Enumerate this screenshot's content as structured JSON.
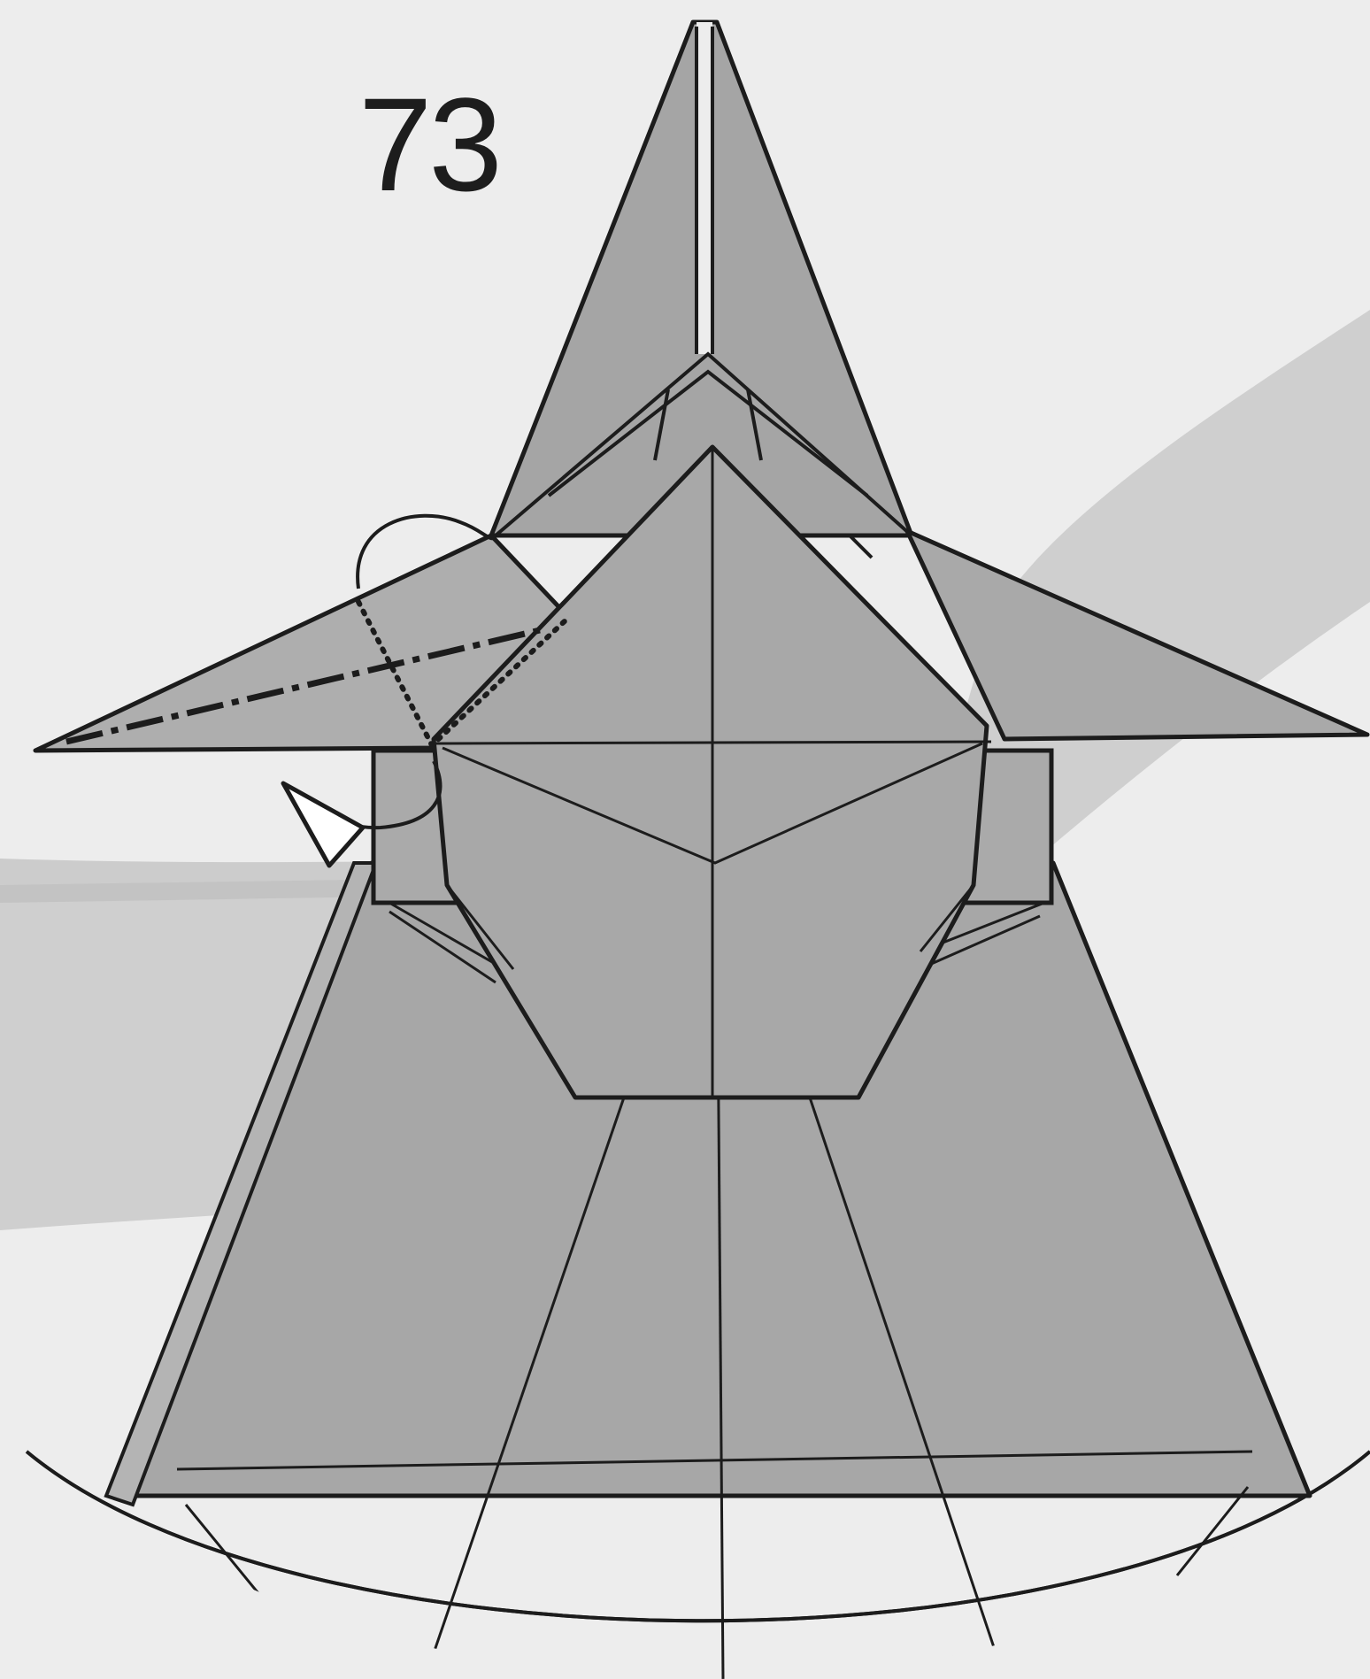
{
  "diagram": {
    "step_number": "73",
    "colors": {
      "background": "#ededed",
      "background_band": "#c9c9c9",
      "paper": "#a7a7a7",
      "paper_light": "#b4b4b4",
      "line": "#1c1c1c",
      "arrow_fill": "#ffffff"
    },
    "symbols": [
      "valley-fold-dashed-line",
      "mountain-fold-dotted-line",
      "fold-behind-arrow",
      "rotation-arc-icon"
    ]
  }
}
